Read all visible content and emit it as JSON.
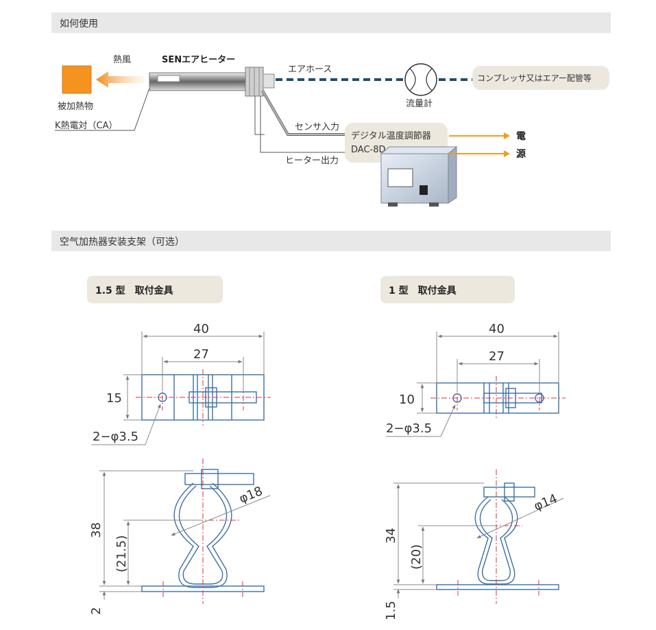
{
  "sections": {
    "usage_title": "如何使用",
    "bracket_title": "空气加热器安装支架（可选）"
  },
  "usage_diagram": {
    "hot_air": "熱風",
    "heater_name": "SENエアヒーター",
    "air_hose": "エアホース",
    "compressor": "コンプレッサ又はエアー配管等",
    "flowmeter": "流量計",
    "target": "被加熱物",
    "thermocouple": "K熱電対（CA）",
    "sensor_input": "センサ入力",
    "heater_output": "ヒーター出力",
    "controller_name": "デジタル温度調節器",
    "controller_model": "DAC-8D",
    "power_1": "電",
    "power_2": "源"
  },
  "bracket_left": {
    "title": "1.5 型　取付金具",
    "width": "40",
    "pitch": "27",
    "height": "15",
    "hole": "2−φ3.5",
    "total_height": "38",
    "center_height": "(21.5)",
    "diameter": "φ18",
    "thickness": "2"
  },
  "bracket_right": {
    "title": "1 型　取付金具",
    "width": "40",
    "pitch": "27",
    "height": "10",
    "hole": "2−φ3.5",
    "total_height": "34",
    "center_height": "(20)",
    "diameter": "φ14",
    "thickness": "1.5"
  },
  "colors": {
    "line_blue": "#3a6ea5",
    "hose": "#1f4e6e",
    "center_red": "#e0303a",
    "arrow_orange": "#f39c21"
  }
}
